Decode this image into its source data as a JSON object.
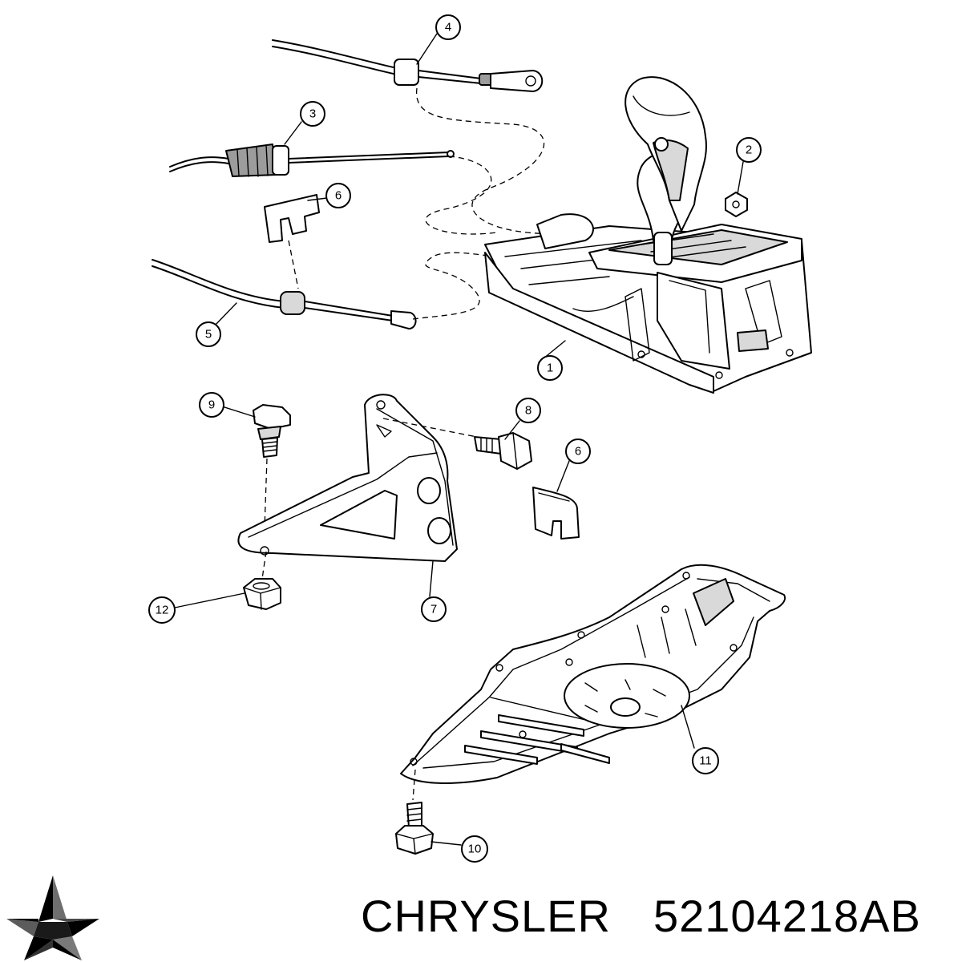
{
  "brand": {
    "name": "CHRYSLER",
    "part_number": "52104218AB",
    "logo": "pentastar-logo"
  },
  "callouts": {
    "c1": "1",
    "c2": "2",
    "c3": "3",
    "c4": "4",
    "c5": "5",
    "c6a": "6",
    "c6b": "6",
    "c7": "7",
    "c8": "8",
    "c9": "9",
    "c10": "10",
    "c11": "11",
    "c12": "12"
  }
}
